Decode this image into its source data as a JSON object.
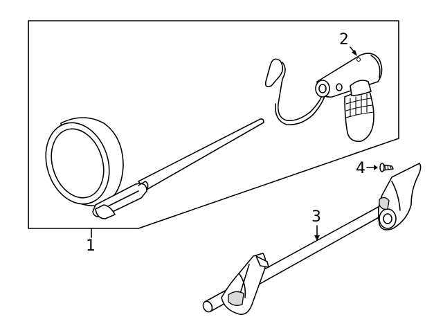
{
  "callouts": [
    {
      "id": "part-1",
      "label": "1"
    },
    {
      "id": "part-2",
      "label": "2"
    },
    {
      "id": "part-3",
      "label": "3"
    },
    {
      "id": "part-4",
      "label": "4"
    }
  ]
}
